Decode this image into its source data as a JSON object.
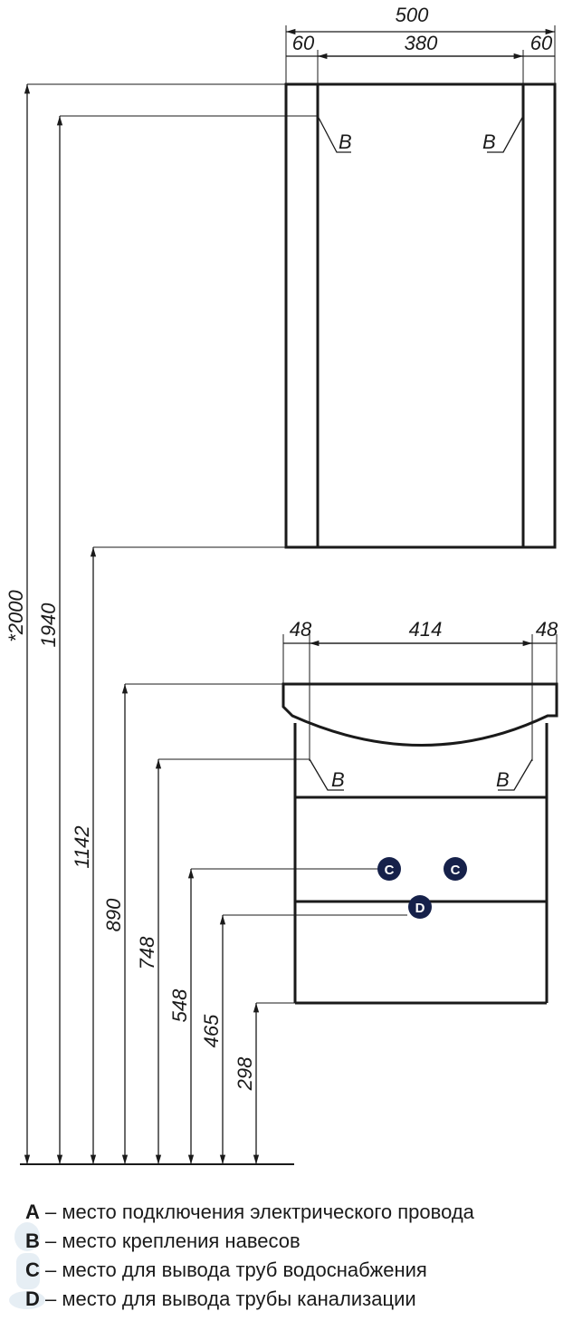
{
  "dimensions": {
    "total_width": "500",
    "cabinet_side_left": "60",
    "cabinet_inner": "380",
    "cabinet_side_right": "60",
    "vanity_side_left": "48",
    "vanity_inner": "414",
    "vanity_side_right": "48",
    "total_height": "*2000",
    "cabinet_hang_height": "1940",
    "cabinet_bottom_height": "1142",
    "vanity_top_height": "890",
    "vanity_hang_height": "748",
    "water_height": "548",
    "drain_height": "465",
    "vanity_bottom_height": "298"
  },
  "markers": {
    "b": "B",
    "c": "C",
    "d": "D"
  },
  "legend": [
    {
      "key": "A",
      "text": " – место подключения электрического провода"
    },
    {
      "key": "B",
      "text": " – место крепления навесов"
    },
    {
      "key": "C",
      "text": " – место для вывода труб водоснабжения"
    },
    {
      "key": "D",
      "text": " – место для вывода трубы канализации"
    }
  ],
  "colors": {
    "line": "#1a1a1a",
    "marker_fill": "#16214a"
  }
}
